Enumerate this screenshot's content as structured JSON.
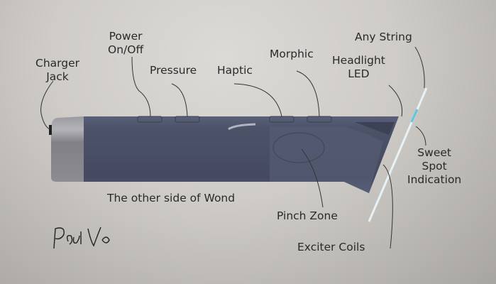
{
  "labels": {
    "charger_jack": [
      "Charger",
      "Jack"
    ],
    "power": [
      "Power",
      "On/Off"
    ],
    "pressure": "Pressure",
    "haptic": "Haptic",
    "morphic": "Morphic",
    "headlight": [
      "Headlight",
      "LED"
    ],
    "any_string": "Any String",
    "sweet_spot": [
      "Sweet",
      "Spot",
      "Indication"
    ],
    "other_side": "The other side of Wond",
    "pinch_zone": "Pinch Zone",
    "exciter_coils": "Exciter Coils"
  },
  "signature": "Paul Vo",
  "colors": {
    "body": "#4a5068",
    "cap": "#8a8a90",
    "string": "#d8ecf4",
    "sweet_spot": "#5fc8e0"
  }
}
